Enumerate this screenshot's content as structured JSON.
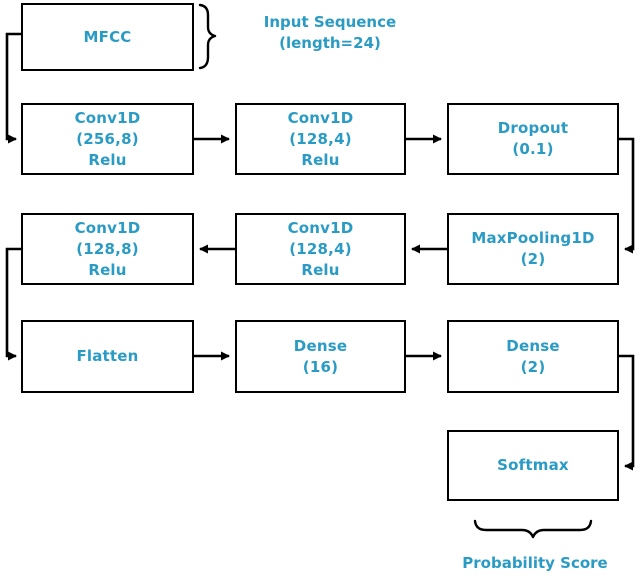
{
  "diagram": {
    "title": "CNN architecture flow diagram",
    "accent_color": "#2a9bc4",
    "line_color": "#000000",
    "background": "#ffffff",
    "nodes": [
      {
        "id": "mfcc",
        "lines": [
          "MFCC"
        ]
      },
      {
        "id": "conv1",
        "lines": [
          "Conv1D",
          "(256,8)",
          "Relu"
        ]
      },
      {
        "id": "conv2",
        "lines": [
          "Conv1D",
          "(128,4)",
          "Relu"
        ]
      },
      {
        "id": "dropout",
        "lines": [
          "Dropout",
          "(0.1)"
        ]
      },
      {
        "id": "conv3",
        "lines": [
          "Conv1D",
          "(128,8)",
          "Relu"
        ]
      },
      {
        "id": "conv4",
        "lines": [
          "Conv1D",
          "(128,4)",
          "Relu"
        ]
      },
      {
        "id": "maxpooling",
        "lines": [
          "MaxPooling1D",
          "(2)"
        ]
      },
      {
        "id": "flatten",
        "lines": [
          "Flatten"
        ]
      },
      {
        "id": "dense16",
        "lines": [
          "Dense",
          "(16)"
        ]
      },
      {
        "id": "dense2",
        "lines": [
          "Dense",
          "(2)"
        ]
      },
      {
        "id": "softmax",
        "lines": [
          "Softmax"
        ]
      }
    ],
    "annotations": {
      "input_sequence_line1": "Input Sequence",
      "input_sequence_line2": "(length=24)",
      "probability_score": "Probability Score"
    }
  }
}
